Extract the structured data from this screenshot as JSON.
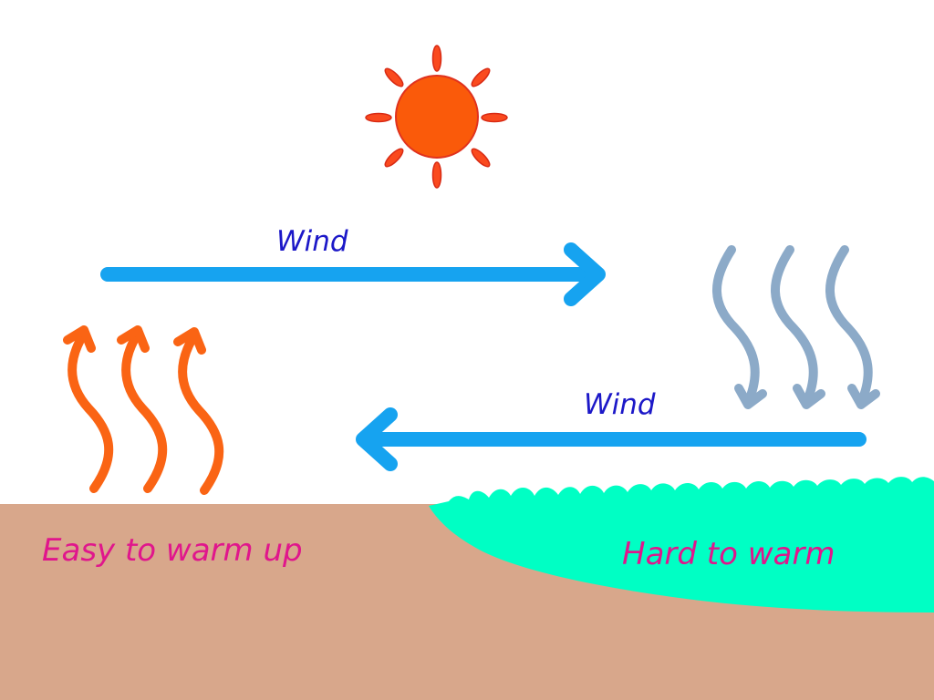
{
  "labels": {
    "wind_top": "Wind",
    "wind_bottom": "Wind",
    "land": "Easy to warm up",
    "sea": "Hard to warm"
  },
  "colors": {
    "sky": "#ffffff",
    "sun": "#fa5a0a",
    "sun_rays": "#fa4a1e",
    "wind_arrow": "#16a3f0",
    "rising_air": "#fa6414",
    "sinking_air": "#8caac8",
    "land": "#d8a78b",
    "sea": "#00ffc4",
    "wind_text": "#1c18c8",
    "ground_text": "#e0168c"
  },
  "icons": {
    "sun": "sun-icon",
    "rising_air": "rising-air-arrow-icon",
    "sinking_air": "sinking-air-arrow-icon",
    "wind": "wind-arrow-icon"
  }
}
